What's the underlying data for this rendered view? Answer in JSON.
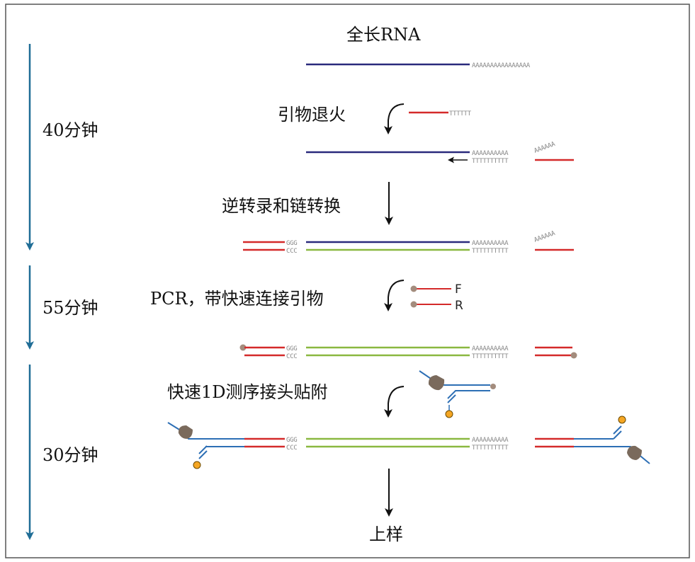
{
  "timeline": [
    {
      "label": "40分钟"
    },
    {
      "label": "55分钟"
    },
    {
      "label": "30分钟"
    }
  ],
  "steps": {
    "full_rna": "全长RNA",
    "annealing": "引物退火",
    "rt_switch": "逆转录和链转换",
    "pcr": "PCR，带快速连接引物",
    "adapter": "快速1D测序接头贴附",
    "loading": "上样"
  },
  "sequences": {
    "polyA_long": "AAAAAAAAAAAAAAAA",
    "polyA": "AAAAAAAAAA",
    "polyA_tail": "AAAAAA",
    "polyT_primer": "TTTTTT",
    "polyT": "TTTTTTTTTT",
    "ggg": "GGG",
    "ccc": "CCC"
  },
  "primers": {
    "forward": "F",
    "reverse": "R"
  },
  "colors": {
    "rna": "#2a2a7c",
    "primer": "#d42a2a",
    "cdna": "#8ab840",
    "adapter": "#2d6fb5",
    "timeline": "#1f6d96",
    "motor": "#7a6a5c",
    "bead": "#f5a623",
    "tag": "#a38c7d"
  }
}
